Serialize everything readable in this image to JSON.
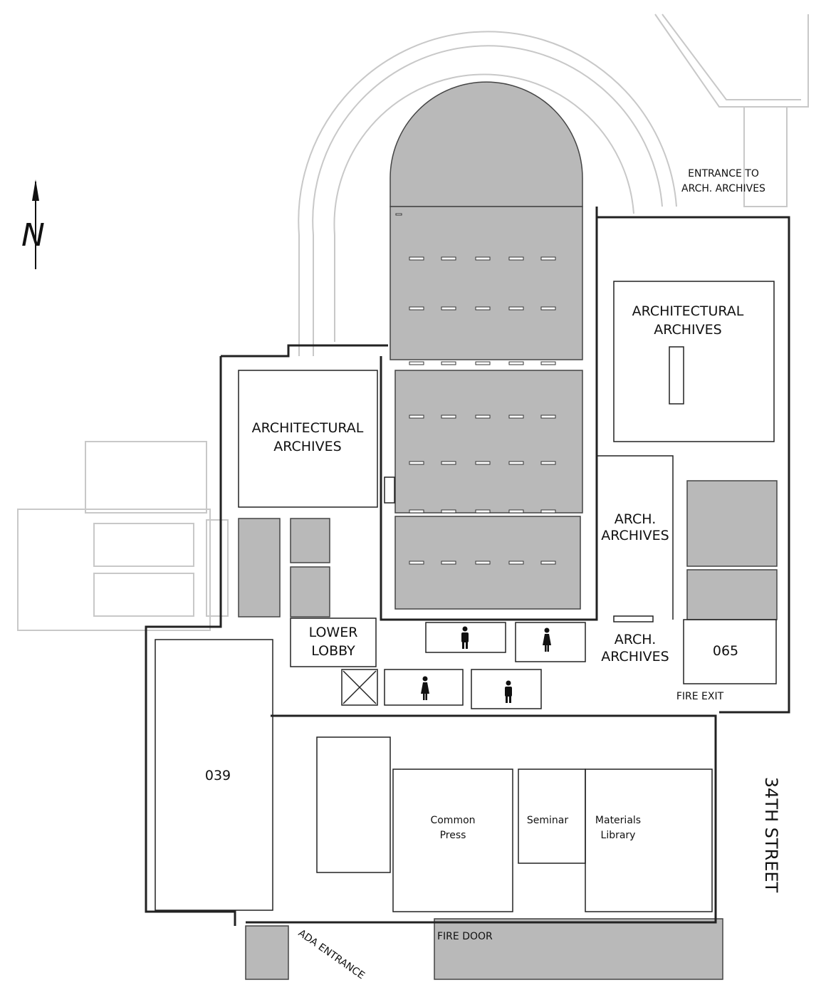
{
  "north_arrow": {
    "letter": "N"
  },
  "labels": {
    "entrance": [
      "ENTRANCE TO",
      "ARCH. ARCHIVES"
    ],
    "arch_east": [
      "ARCHITECTURAL",
      "ARCHIVES"
    ],
    "arch_west": [
      "ARCHITECTURAL",
      "ARCHIVES"
    ],
    "arch_mid": [
      "ARCH.",
      "ARCHIVES"
    ],
    "arch_low": [
      "ARCH.",
      "ARCHIVES"
    ],
    "lower_lobby": [
      "LOWER",
      "LOBBY"
    ],
    "room_065": "065",
    "room_039": "039",
    "fire_exit": "FIRE EXIT",
    "common_press": [
      "Common",
      "Press"
    ],
    "seminar": "Seminar",
    "materials_library": [
      "Materials",
      "Library"
    ],
    "street": "34TH STREET",
    "fire_door": "FIRE DOOR",
    "ada_entrance": "ADA ENTRANCE"
  },
  "restroom_icons": [
    "man-restroom-icon",
    "woman-restroom-icon",
    "woman-restroom-icon",
    "man-restroom-icon"
  ],
  "colors": {
    "shaded_stacks": "#b9b9b9",
    "walls": "#222222",
    "ghost_lines": "#c8c8c8"
  }
}
